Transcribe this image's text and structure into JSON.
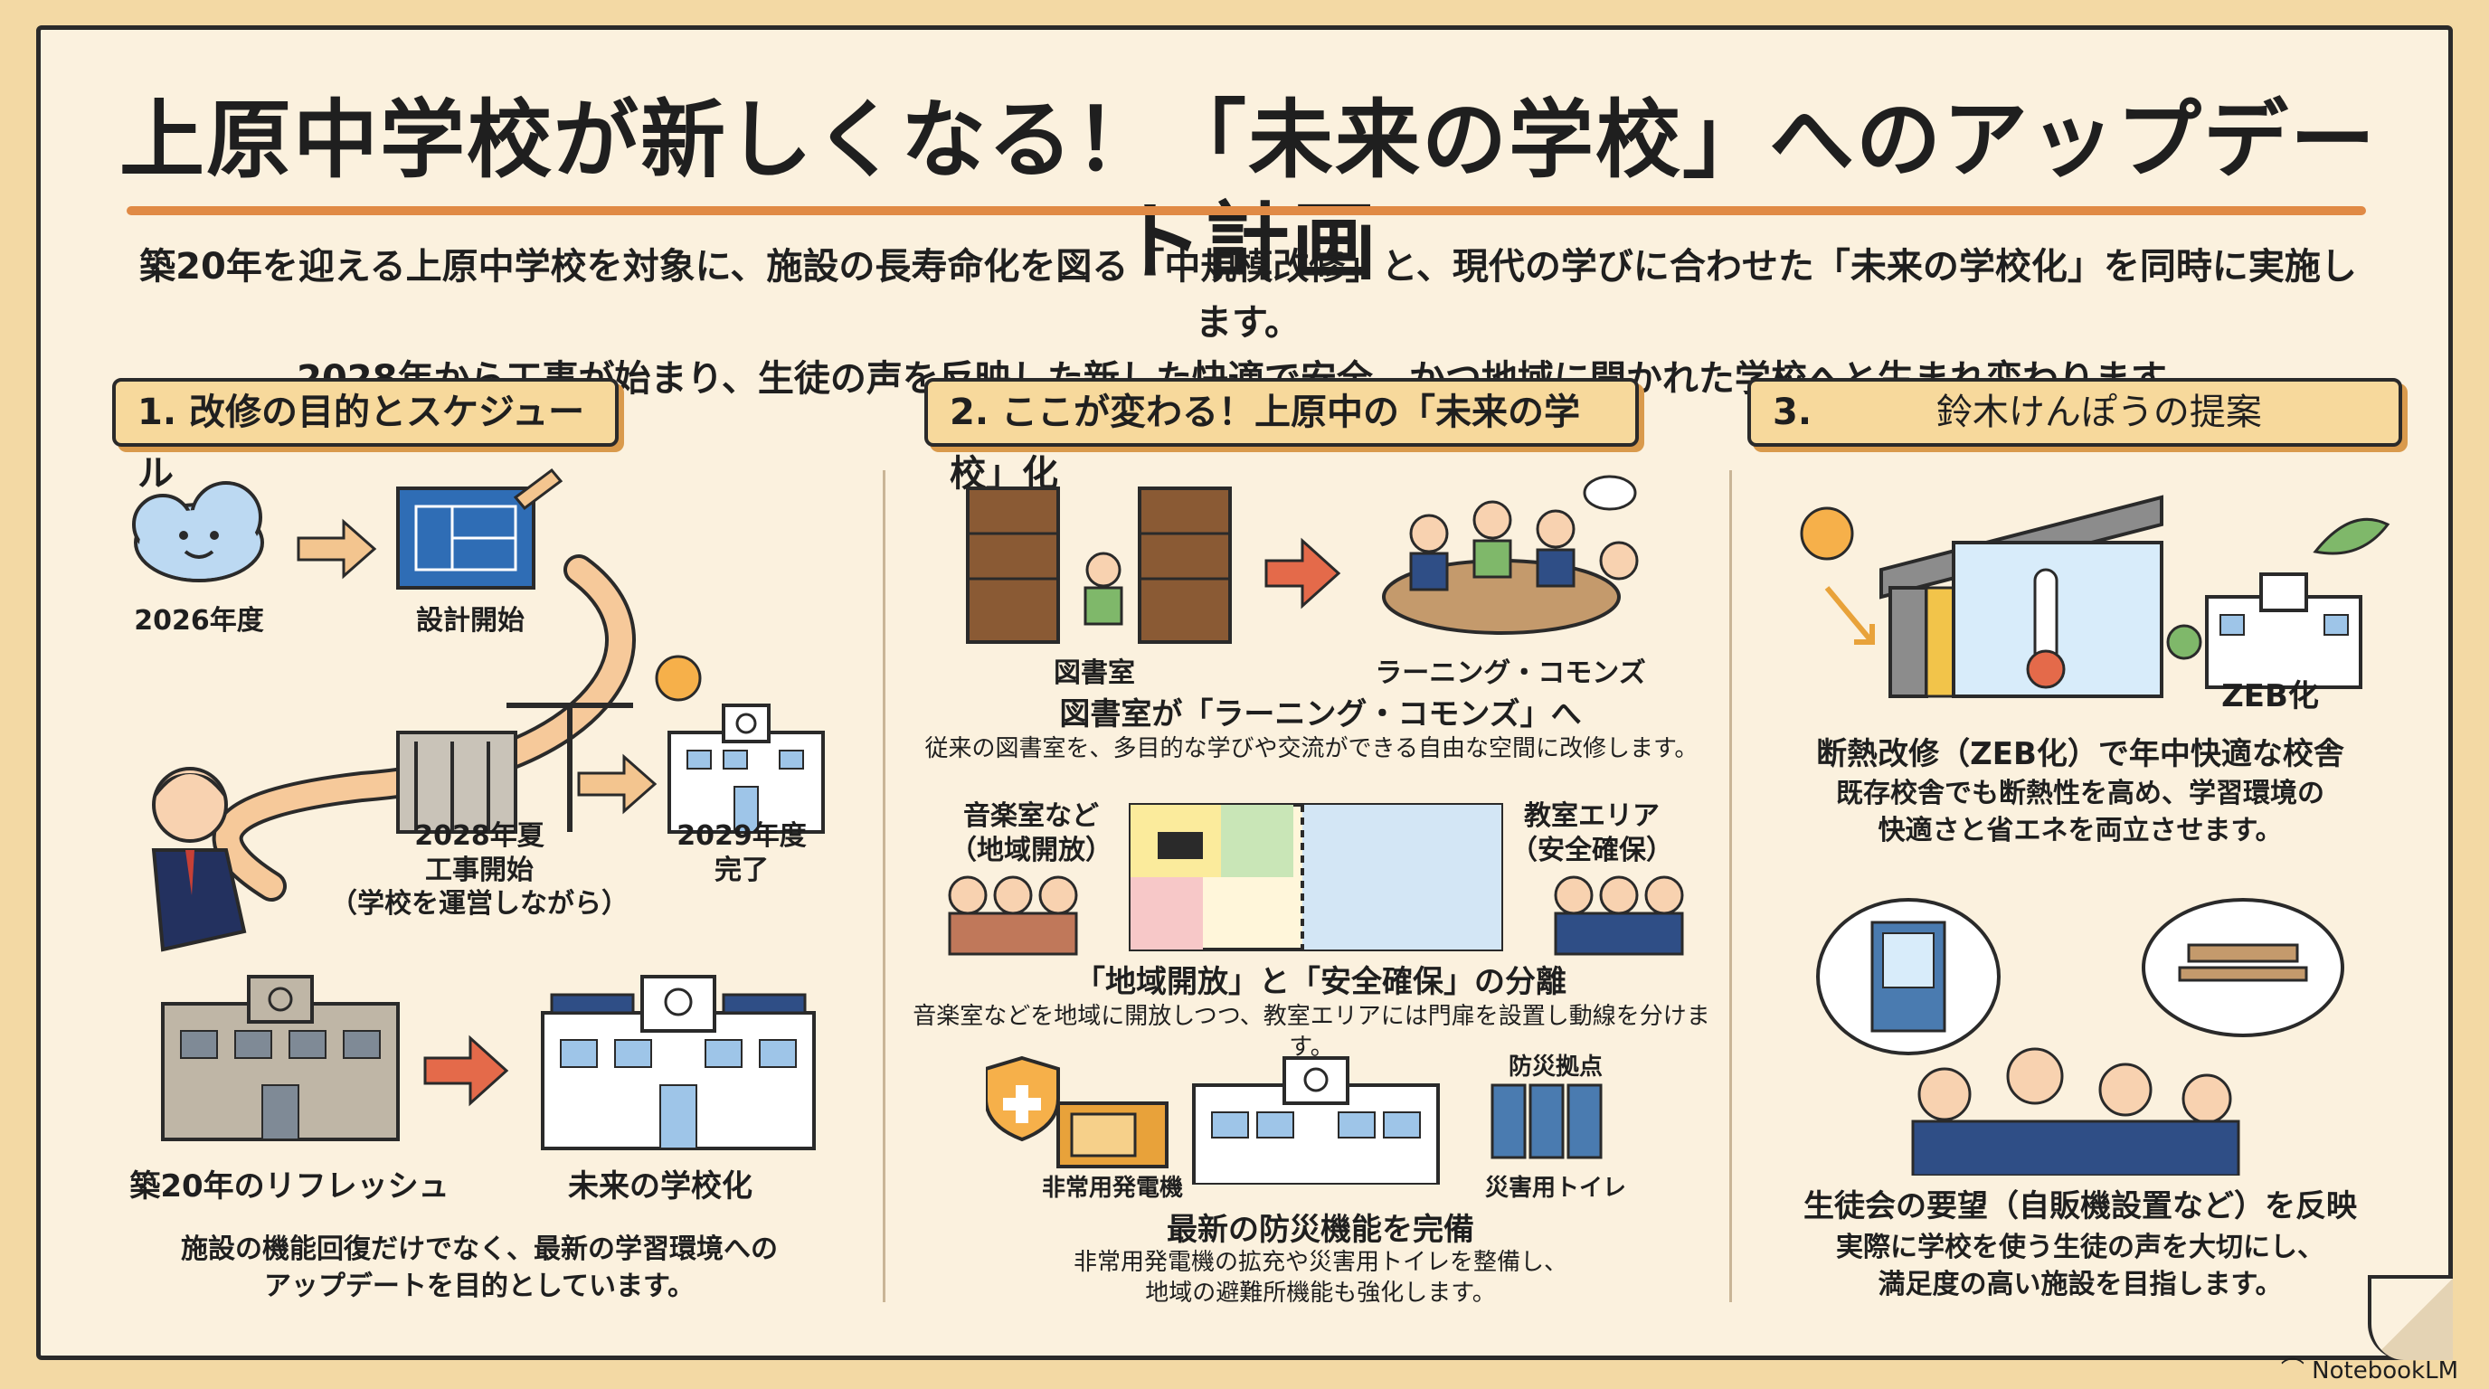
{
  "title": "上原中学校が新しくなる！「未来の学校」へのアップデート計画",
  "intro": {
    "line1": "築20年を迎える上原中学校を対象に、施設の長寿命化を図る「中規模改修」と、現代の学びに合わせた「未来の学校化」を同時に実施します。",
    "line2": "2028年から工事が始まり、生徒の声を反映した新した快適で安全、かつ地域に開かれた学校へと生まれ変わります。"
  },
  "section1": {
    "heading": "1. 改修の目的とスケジュール",
    "timeline": {
      "y2026": "2026年度",
      "design": "設計開始",
      "y2028_title": "2028年夏",
      "y2028_sub1": "工事開始",
      "y2028_sub2": "（学校を運営しながら）",
      "y2029_title": "2029年度",
      "y2029_sub": "完了"
    },
    "refresh": "築20年のリフレッシュ",
    "future": "未来の学校化",
    "desc1": "施設の機能回復だけでなく、最新の学習環境への",
    "desc2": "アップデートを目的としています。"
  },
  "section2": {
    "heading": "2. ここが変わる！上原中の「未来の学校」化",
    "library": "図書室",
    "commons": "ラーニング・コモンズ",
    "lib_title": "図書室が「ラーニング・コモンズ」へ",
    "lib_desc": "従来の図書室を、多目的な学びや交流ができる自由な空間に改修します。",
    "music_label1": "音楽室など",
    "music_label2": "（地域開放）",
    "class_label1": "教室エリア",
    "class_label2": "（安全確保）",
    "zone_title": "「地域開放」と「安全確保」の分離",
    "zone_desc": "音楽室などを地域に開放しつつ、教室エリアには門扉を設置し動線を分けます。",
    "generator": "非常用発電機",
    "base": "防災拠点",
    "toilet": "災害用トイレ",
    "disaster_title": "最新の防災機能を完備",
    "disaster_desc1": "非常用発電機の拡充や災害用トイレを整備し、",
    "disaster_desc2": "地域の避難所機能も強化します。"
  },
  "section3": {
    "heading_num": "3.",
    "heading_text": "鈴木けんぽうの提案",
    "zeb": "ZEB化",
    "insul_title": "断熱改修（ZEB化）で年中快適な校舎",
    "insul_desc1": "既存校舎でも断熱性を高め、学習環境の",
    "insul_desc2": "快適さと省エネを両立させます。",
    "student_title": "生徒会の要望（自販機設置など）を反映",
    "student_desc1": "実際に学校を使う生徒の声を大切にし、",
    "student_desc2": "満足度の高い施設を目指します。"
  },
  "brand": "NotebookLM",
  "colors": {
    "accent": "#e08a45",
    "paper": "#fbf1de",
    "frame": "#f3d9a4",
    "header": "#f7d99c",
    "arrow": "#e46a4a"
  }
}
